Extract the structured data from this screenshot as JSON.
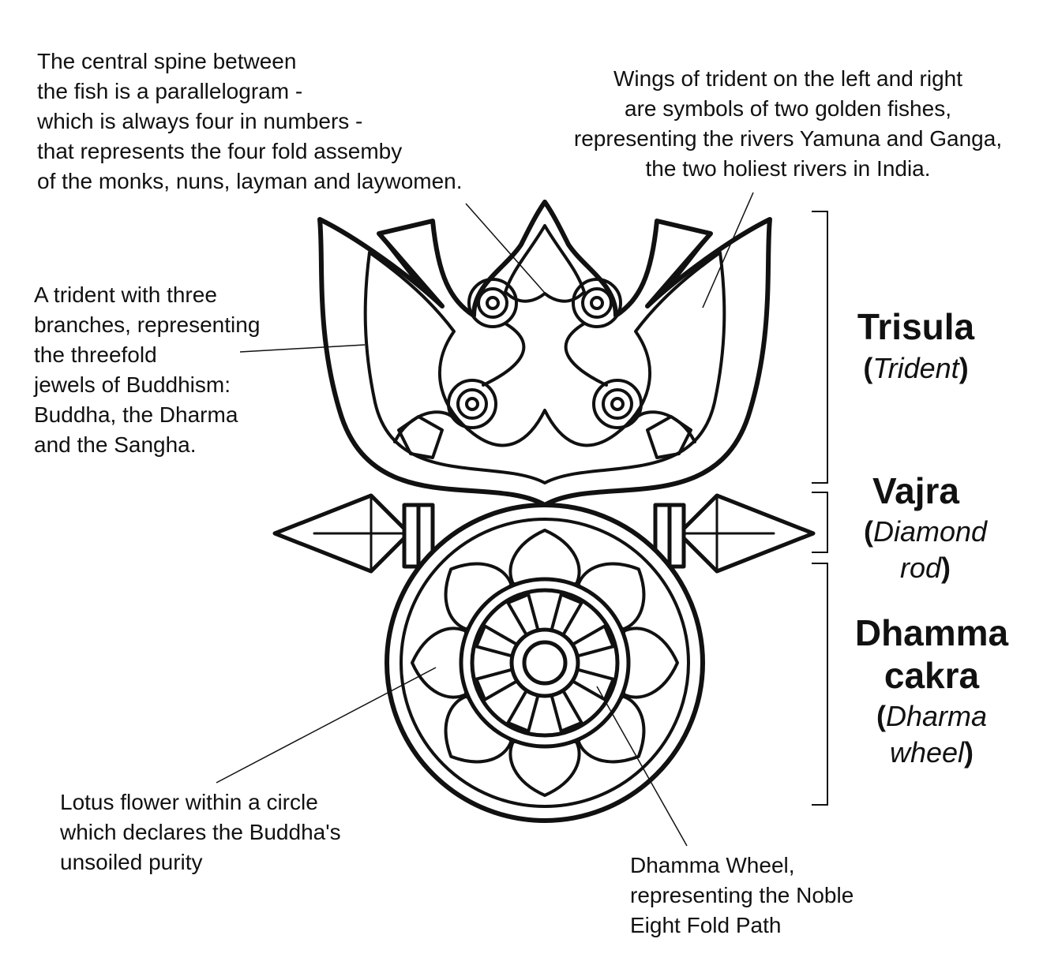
{
  "annotations": {
    "spine": [
      "The central spine between",
      "the fish is a parallelogram -",
      "which is always four in numbers -",
      "that represents the four fold assemby",
      "of the monks, nuns, layman and laywomen."
    ],
    "wings": [
      "Wings of trident on the left and right",
      "are symbols of two golden fishes,",
      "representing the rivers Yamuna and Ganga,",
      "the two holiest rivers in India."
    ],
    "trident": [
      "A trident with three",
      "branches, representing",
      "the threefold",
      "jewels of Buddhism:",
      "Buddha, the Dharma",
      "and the Sangha."
    ],
    "lotus": [
      "Lotus flower within a circle",
      "which declares the Buddha's",
      "unsoiled purity"
    ],
    "wheel": [
      "Dhamma Wheel,",
      "representing the Noble",
      "Eight Fold Path"
    ]
  },
  "parts": {
    "trisula": {
      "name": "Trisula",
      "translation": "Trident"
    },
    "vajra": {
      "name": "Vajra",
      "translation_line1": "Diamond",
      "translation_line2": "rod"
    },
    "dhamma": {
      "name_line1": "Dhamma",
      "name_line2": "cakra",
      "translation_line1": "Dharma",
      "translation_line2": "wheel"
    },
    "open_paren": "(",
    "close_paren": ")"
  },
  "colors": {
    "ink": "#111111",
    "paper": "#ffffff"
  }
}
